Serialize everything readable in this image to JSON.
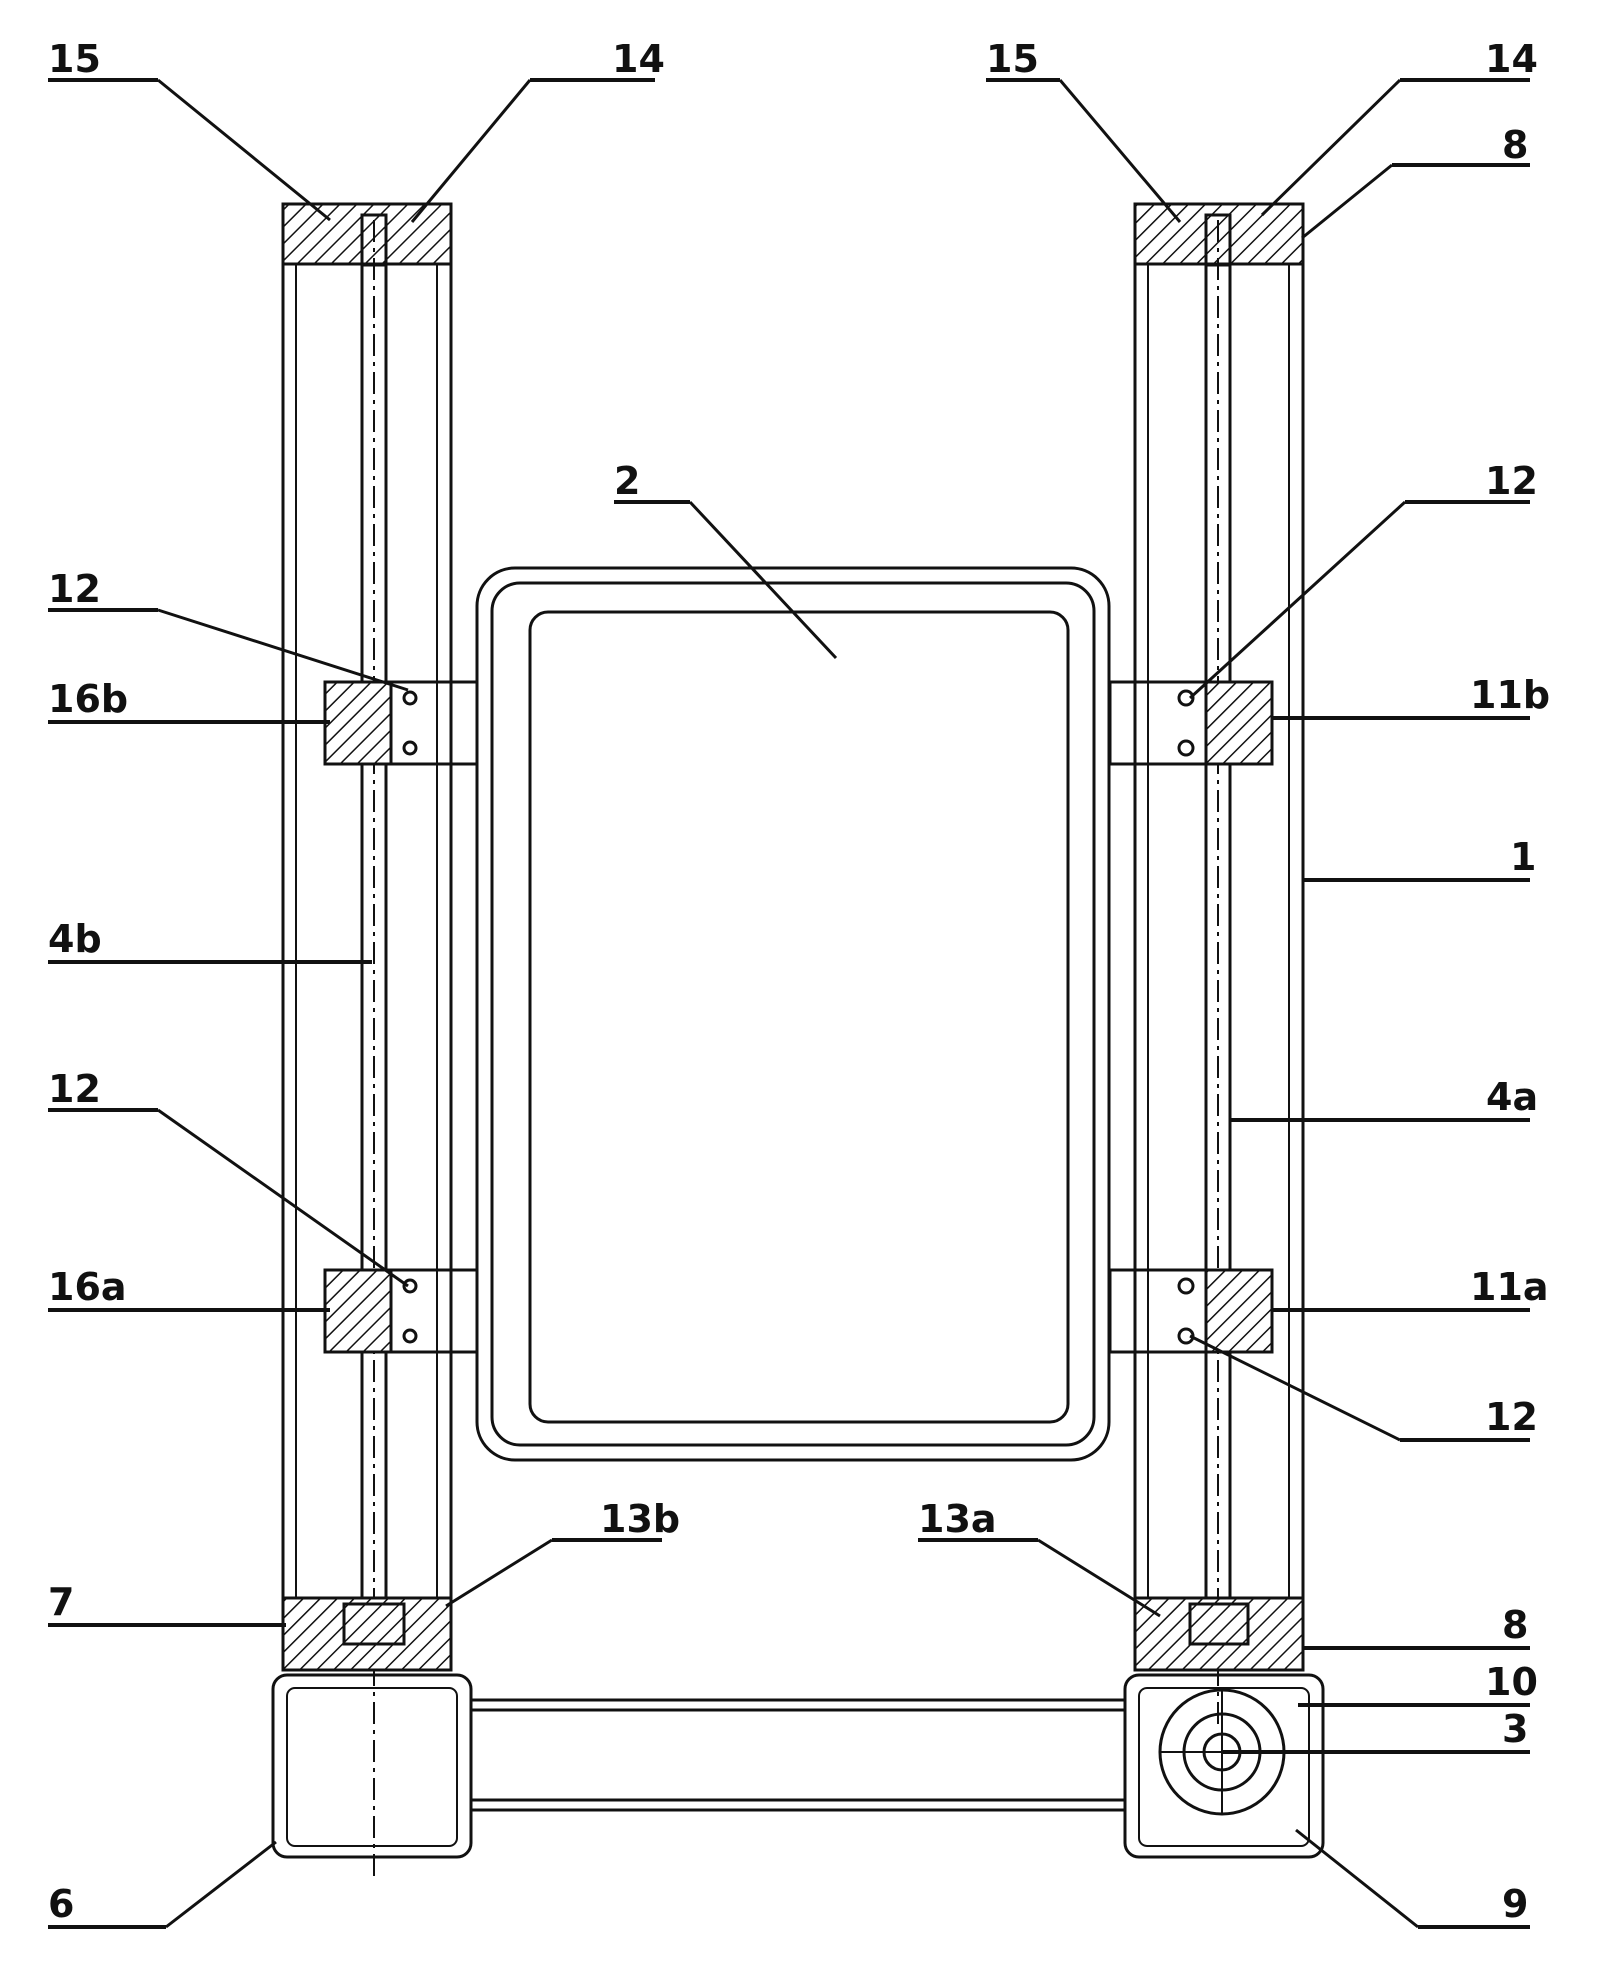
{
  "labels": {
    "l15_left": "15",
    "l14_left": "14",
    "l15_right": "15",
    "l14_right": "14",
    "l8_top": "8",
    "l2": "2",
    "l12_right_top": "12",
    "l12_left_top": "12",
    "l16b": "16b",
    "l11b": "11b",
    "l1": "1",
    "l4b": "4b",
    "l4a": "4a",
    "l12_left_bottom": "12",
    "l16a": "16a",
    "l11a": "11a",
    "l12_right_bottom": "12",
    "l13b": "13b",
    "l13a": "13a",
    "l7": "7",
    "l8_bottom": "8",
    "l10": "10",
    "l3": "3",
    "l6": "6",
    "l9": "9"
  },
  "colors": {
    "ink": "#111111",
    "paper": "#ffffff"
  }
}
